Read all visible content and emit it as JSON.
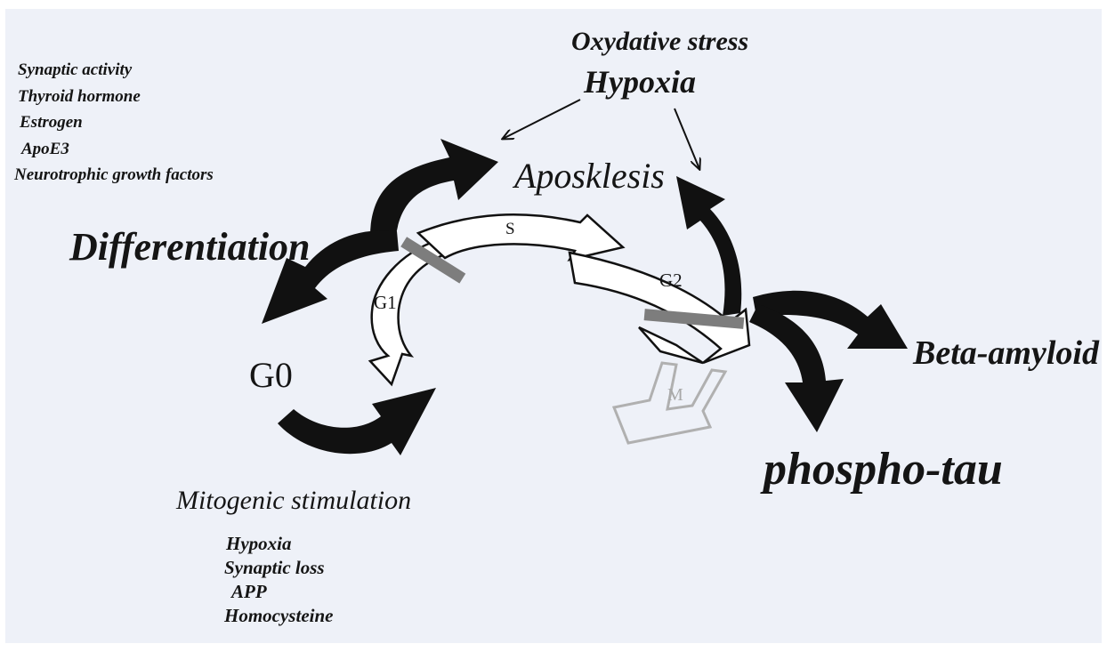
{
  "colors": {
    "background": "#eef1f8",
    "arrow_black": "#111111",
    "phase_arrow_fill": "#ffffff",
    "checkpoint_bar": "#7d7d7d",
    "m_phase_outline": "#b0b0b0"
  },
  "top_left_factors": [
    "Synaptic activity",
    "Thyroid hormone",
    "Estrogen",
    "ApoE3",
    "Neurotrophic growth factors"
  ],
  "stressors": {
    "line1": "Oxydative stress",
    "line2": "Hypoxia"
  },
  "aposklesis": "Aposklesis",
  "differentiation": "Differentiation",
  "g0": "G0",
  "phases": {
    "g1": "G1",
    "s": "S",
    "g2": "G2",
    "m": "M"
  },
  "outcomes": {
    "beta_amyloid": "Beta-amyloid",
    "phospho_tau": "phospho-tau"
  },
  "mitogenic": {
    "title": "Mitogenic stimulation",
    "items": [
      "Hypoxia",
      "Synaptic loss",
      "APP",
      "Homocysteine"
    ]
  }
}
